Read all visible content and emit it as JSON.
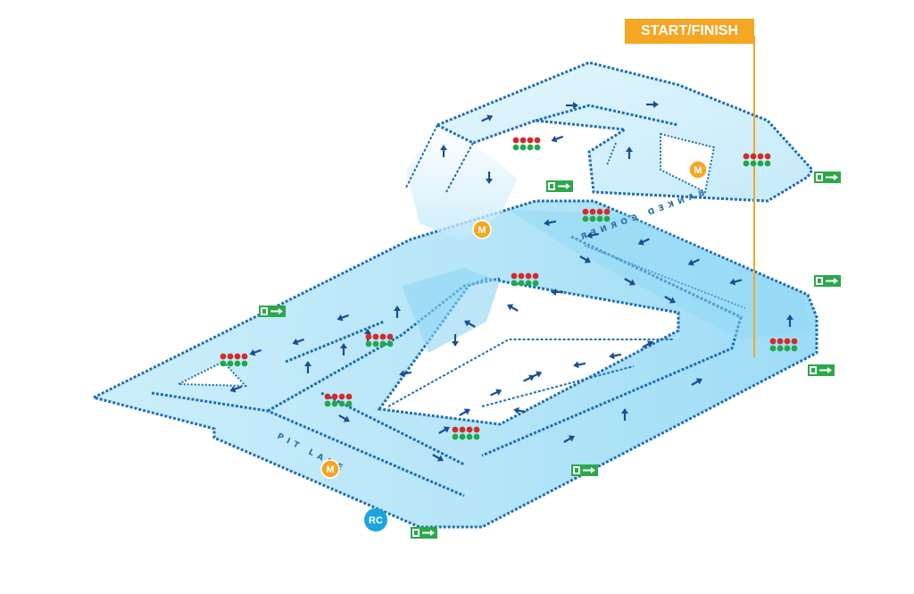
{
  "start_finish": {
    "label": "START/FINISH"
  },
  "track_labels": {
    "banked_corner": "BANKED CORNER",
    "pit_lane": "PIT LANE"
  },
  "markers": {
    "marshal": "M",
    "race_control": "RC"
  },
  "colors": {
    "track_fill": "#c9ecfb",
    "track_fill_deep": "#8fd6f4",
    "barrier": "#1f6fb5",
    "arrow": "#1a4f96",
    "marshal": "#f5a623",
    "race_control": "#1aa5e0",
    "exit_sign": "#2aa84a",
    "light_red": "#d42a2a",
    "light_green": "#22a84a",
    "start_line": "#f5a623"
  },
  "icons": {
    "exit": "emergency-exit-icon",
    "arrow": "direction-arrow-icon",
    "lights": "start-lights-icon"
  }
}
